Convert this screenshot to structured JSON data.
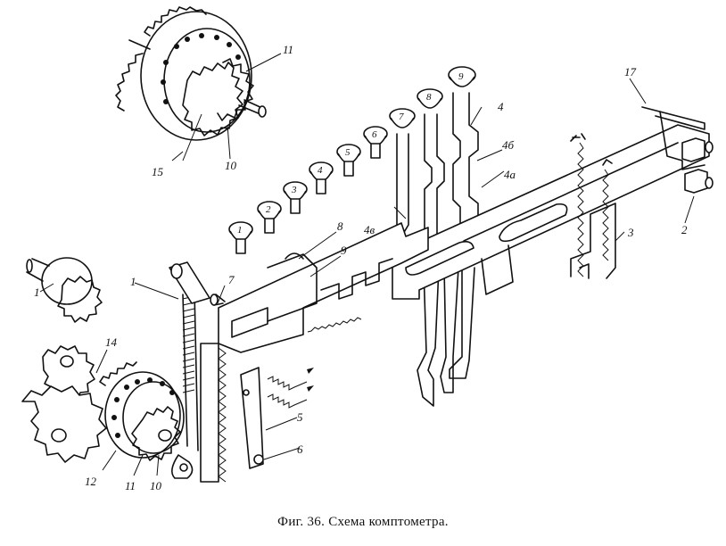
{
  "figure": {
    "caption": "Фиг. 36. Схема комптометра.",
    "labels": {
      "l1_top": "1",
      "l1_left": "1",
      "l2": "2",
      "l3": "3",
      "l4": "4",
      "l4a": "4а",
      "l4b": "4б",
      "l4v": "4в",
      "l5": "5",
      "l6": "6",
      "l7": "7",
      "l8": "8",
      "l9": "9",
      "l10_top": "10",
      "l10_bottom": "10",
      "l11_top": "11",
      "l11_bottom": "11",
      "l12": "12",
      "l14": "14",
      "l15": "15",
      "l17": "17"
    },
    "keys": [
      "1",
      "2",
      "3",
      "4",
      "5",
      "6",
      "7",
      "8",
      "9"
    ]
  }
}
